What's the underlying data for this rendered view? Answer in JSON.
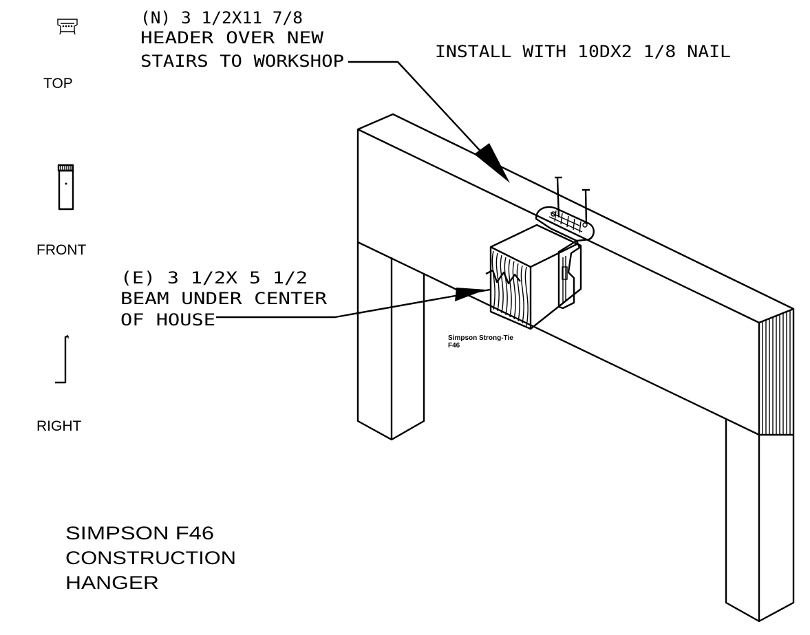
{
  "views": {
    "top": "TOP",
    "front": "FRONT",
    "right": "RIGHT"
  },
  "callouts": {
    "header": [
      "(N) 3 1/2X11 7/8",
      "HEADER OVER NEW",
      "STAIRS TO WORKSHOP"
    ],
    "nail": "INSTALL WITH 10DX2 1/8 NAIL",
    "beam": [
      "(E) 3 1/2X 5 1/2",
      "BEAM UNDER CENTER",
      "OF HOUSE"
    ]
  },
  "hanger_label": [
    "Simpson Strong-Tie",
    "F46"
  ],
  "title_block": [
    "SIMPSON F46",
    "CONSTRUCTION",
    "HANGER"
  ],
  "icons": [
    "hanger-top-view-icon",
    "hanger-front-view-icon",
    "hanger-right-view-icon"
  ]
}
